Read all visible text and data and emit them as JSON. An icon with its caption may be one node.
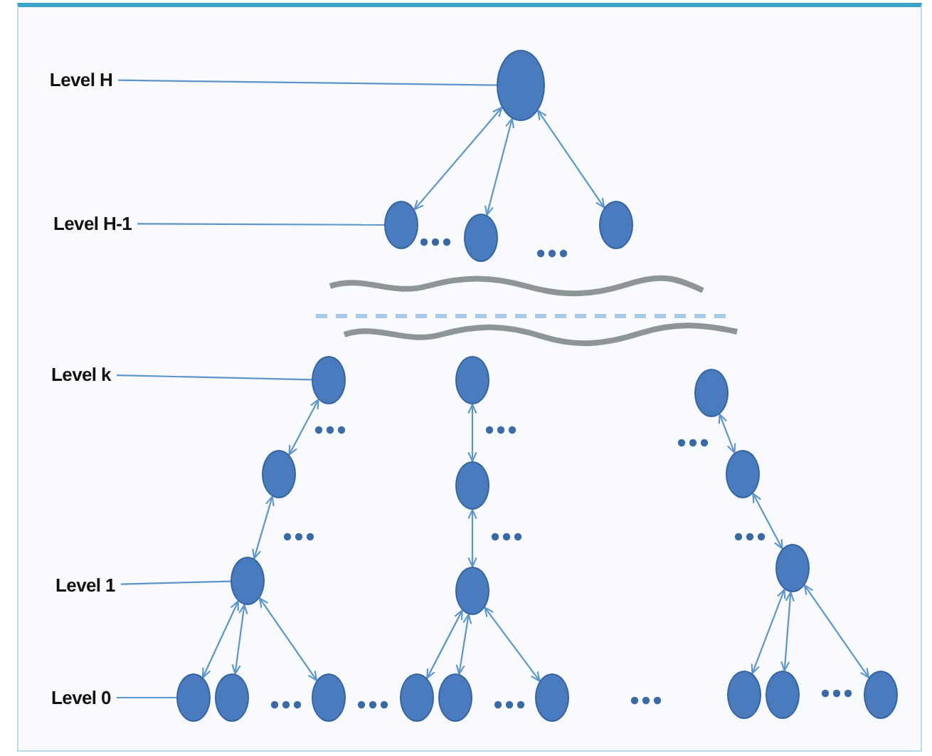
{
  "diagram": {
    "nodes": [
      {
        "text": [
          "Level H"
        ]
      },
      {
        "text": [],
        "shape": "circle"
      },
      {
        "text": [
          "Level H-1"
        ]
      },
      {
        "text": [],
        "shape": "circle"
      },
      {
        "text": [],
        "shape": "circle"
      },
      {
        "text": [],
        "shape": "circle"
      },
      {
        "text": [
          "Level k"
        ]
      },
      {
        "text": [],
        "shape": "circle"
      },
      {
        "text": [],
        "shape": "circle"
      },
      {
        "text": [],
        "shape": "circle"
      },
      {
        "text": [],
        "shape": "circle"
      },
      {
        "text": [],
        "shape": "circle"
      },
      {
        "text": [],
        "shape": "circle"
      },
      {
        "text": [
          "Level 1"
        ]
      },
      {
        "text": [],
        "shape": "circle"
      },
      {
        "text": [],
        "shape": "circle"
      },
      {
        "text": [],
        "shape": "circle"
      },
      {
        "text": [
          "Level 0"
        ]
      },
      {
        "text": [],
        "shape": "circle"
      },
      {
        "text": [],
        "shape": "circle"
      },
      {
        "text": [],
        "shape": "circle"
      },
      {
        "text": [],
        "shape": "circle"
      },
      {
        "text": [],
        "shape": "circle"
      },
      {
        "text": [],
        "shape": "circle"
      },
      {
        "text": [],
        "shape": "circle"
      },
      {
        "text": [],
        "shape": "circle"
      },
      {
        "text": [],
        "shape": "circle"
      }
    ],
    "edges": [
      {
        "from": 0,
        "to": 1,
        "arrow": "none"
      },
      {
        "from": 2,
        "to": 3,
        "arrow": "none"
      },
      {
        "from": 6,
        "to": 7,
        "arrow": "none"
      },
      {
        "from": 13,
        "to": 14,
        "arrow": "none"
      },
      {
        "from": 17,
        "to": 18,
        "arrow": "none"
      },
      {
        "from": 1,
        "to": 3,
        "arrow": "both"
      },
      {
        "from": 1,
        "to": 4,
        "arrow": "both"
      },
      {
        "from": 1,
        "to": 5,
        "arrow": "both"
      },
      {
        "from": 7,
        "to": 10,
        "arrow": "both"
      },
      {
        "from": 10,
        "to": 14,
        "arrow": "both"
      },
      {
        "from": 8,
        "to": 11,
        "arrow": "both"
      },
      {
        "from": 11,
        "to": 15,
        "arrow": "both"
      },
      {
        "from": 9,
        "to": 12,
        "arrow": "both"
      },
      {
        "from": 12,
        "to": 16,
        "arrow": "both"
      },
      {
        "from": 14,
        "to": 18,
        "arrow": "both"
      },
      {
        "from": 14,
        "to": 19,
        "arrow": "both"
      },
      {
        "from": 14,
        "to": 20,
        "arrow": "both"
      },
      {
        "from": 15,
        "to": 21,
        "arrow": "both"
      },
      {
        "from": 15,
        "to": 22,
        "arrow": "both"
      },
      {
        "from": 15,
        "to": 23,
        "arrow": "both"
      },
      {
        "from": 16,
        "to": 24,
        "arrow": "both"
      },
      {
        "from": 16,
        "to": 25,
        "arrow": "both"
      },
      {
        "from": 16,
        "to": 26,
        "arrow": "both"
      }
    ]
  }
}
